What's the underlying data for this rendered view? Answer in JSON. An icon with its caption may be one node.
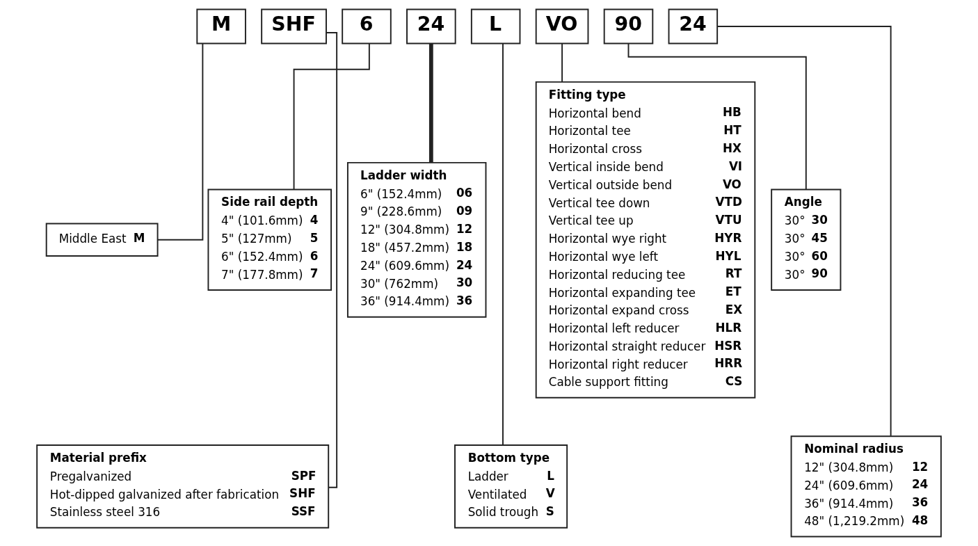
{
  "diagram": {
    "nodes": [
      {
        "text": [
          "M"
        ]
      },
      {
        "text": [
          "SHF"
        ]
      },
      {
        "text": [
          "6"
        ]
      },
      {
        "text": [
          "24"
        ]
      },
      {
        "text": [
          "L"
        ]
      },
      {
        "text": [
          "VO"
        ]
      },
      {
        "text": [
          "90"
        ]
      },
      {
        "text": [
          "24"
        ]
      },
      {
        "text": [
          "Middle East",
          "M"
        ]
      },
      {
        "text": [
          "Side rail depth",
          "4\" (101.6mm)",
          "4",
          "5\" (127mm)",
          "5",
          "6\" (152.4mm)",
          "6",
          "7\" (177.8mm)",
          "7"
        ]
      },
      {
        "text": [
          "Ladder width",
          "6\" (152.4mm)",
          "06",
          "9\" (228.6mm)",
          "09",
          "12\" (304.8mm)",
          "12",
          "18\" (457.2mm)",
          "18",
          "24\" (609.6mm)",
          "24",
          "30\" (762mm)",
          "30",
          "36\" (914.4mm)",
          "36"
        ]
      },
      {
        "text": [
          "Fitting type",
          "Horizontal bend",
          "HB",
          "Horizontal tee",
          "HT",
          "Horizontal cross",
          "HX",
          "Vertical inside bend",
          "VI",
          "Vertical outside bend",
          "VO",
          "Vertical tee down",
          "VTD",
          "Vertical tee up",
          "VTU",
          "Horizontal wye right",
          "HYR",
          "Horizontal wye left",
          "HYL",
          "Horizontal reducing tee",
          "RT",
          "Horizontal expanding tee",
          "ET",
          "Horizontal expand cross",
          "EX",
          "Horizontal left reducer",
          "HLR",
          "Horizontal straight reducer",
          "HSR",
          "Horizontal right reducer",
          "HRR",
          "Cable support fitting",
          "CS"
        ]
      },
      {
        "text": [
          "Angle",
          "30°",
          "30",
          "30°",
          "45",
          "30°",
          "60",
          "30°",
          "90"
        ]
      },
      {
        "text": [
          "Material prefix",
          "Pregalvanized",
          "SPF",
          "Hot-dipped galvanized after fabrication",
          "SHF",
          "Stainless steel 316",
          "SSF"
        ]
      },
      {
        "text": [
          "Nominal radius",
          "12\" (304.8mm)",
          "12",
          "24\" (609.6mm)",
          "24",
          "36\" (914.4mm)",
          "36",
          "48\" (1,219.2mm)",
          "48"
        ]
      },
      {
        "text": [
          "Bottom type",
          "Ladder",
          "L",
          "Ventilated",
          "V",
          "Solid trough",
          "S"
        ]
      }
    ],
    "edges": [
      {
        "from": 0,
        "to": 8,
        "arrow": "none"
      },
      {
        "from": 1,
        "to": 13,
        "arrow": "none"
      },
      {
        "from": 2,
        "to": 9,
        "arrow": "none"
      },
      {
        "from": 3,
        "to": 10,
        "arrow": "none",
        "style": "thick"
      },
      {
        "from": 4,
        "to": 15,
        "arrow": "none"
      },
      {
        "from": 5,
        "to": 11,
        "arrow": "none"
      },
      {
        "from": 6,
        "to": 12,
        "arrow": "none"
      },
      {
        "from": 7,
        "to": 14,
        "arrow": "none"
      }
    ]
  }
}
